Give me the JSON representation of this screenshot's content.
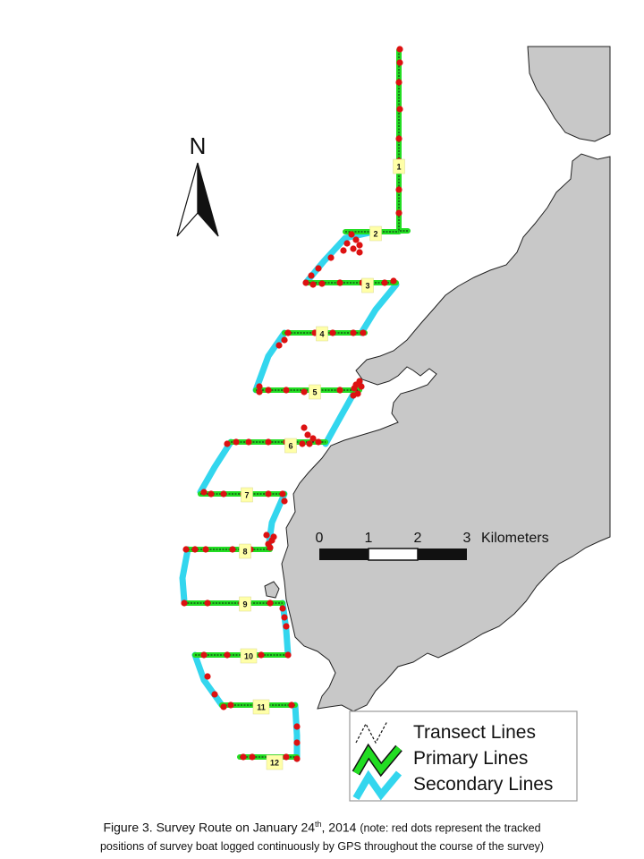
{
  "north_arrow": {
    "label": "N",
    "icon": "north-arrow-icon"
  },
  "scale_bar": {
    "ticks": [
      "0",
      "1",
      "2",
      "3"
    ],
    "units": "Kilometers"
  },
  "legend": {
    "items": [
      {
        "label": "Transect Lines",
        "icon": "transect-lines-icon",
        "color": "#111111"
      },
      {
        "label": "Primary Lines",
        "icon": "primary-lines-icon",
        "color": "#22dd22"
      },
      {
        "label": "Secondary Lines",
        "icon": "secondary-lines-icon",
        "color": "#33d6ee"
      }
    ]
  },
  "transects": [
    "1",
    "2",
    "3",
    "4",
    "5",
    "6",
    "7",
    "8",
    "9",
    "10",
    "11",
    "12"
  ],
  "colors": {
    "land": "#c8c8c8",
    "primary": "#22dd22",
    "secondary": "#33d6ee",
    "gps_dot": "#dd1111"
  },
  "caption": {
    "prefix": "Figure 3.  Survey Route on January 24",
    "sup": "th",
    "date_rest": ", 2014 ",
    "note_line1": "(note: red dots represent the tracked",
    "note_line2": "positions of survey boat logged continuously by GPS throughout the course of the survey)"
  }
}
